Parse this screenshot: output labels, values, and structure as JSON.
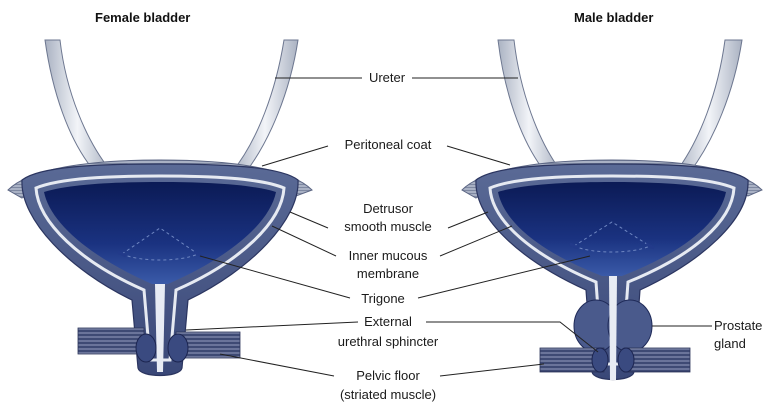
{
  "titles": {
    "female": "Female bladder",
    "male": "Male bladder"
  },
  "labels": {
    "ureter": "Ureter",
    "peritoneal_coat": "Peritoneal coat",
    "detrusor_line1": "Detrusor",
    "detrusor_line2": "smooth muscle",
    "mucous_line1": "Inner mucous",
    "mucous_line2": "membrane",
    "trigone": "Trigone",
    "sphincter_line1": "External",
    "sphincter_line2": "urethral sphincter",
    "pelvic_line1": "Pelvic floor",
    "pelvic_line2": "(striated muscle)",
    "prostate_line1": "Prostate",
    "prostate_line2": "gland"
  },
  "colors": {
    "outer_wall": "#4a5a86",
    "inner_cavity": "#0f2060",
    "membrane_stripe": "#dde3ee",
    "peritoneal": "#b8bfcf",
    "ureter": "#e4e8ee",
    "muscle_band": "#3d4a72",
    "leader_line": "#222222"
  }
}
